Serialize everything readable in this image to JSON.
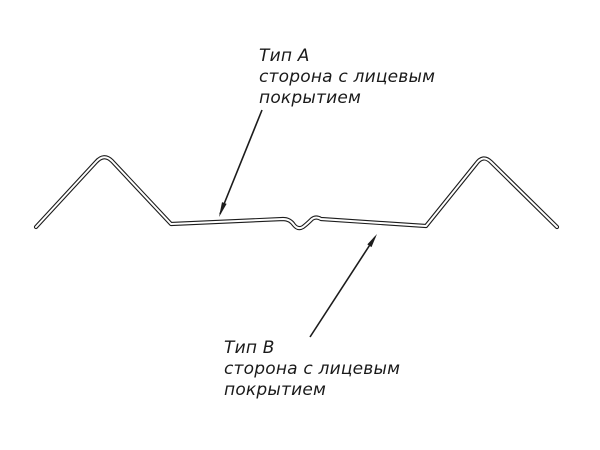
{
  "diagram": {
    "title": "profile-cross-section",
    "colors": {
      "line": "#1c1c1c",
      "background": "#ffffff"
    },
    "labels": {
      "top": {
        "title": "Тип А",
        "desc_line1": "сторона с лицевым",
        "desc_line2": "покрытием"
      },
      "bottom": {
        "title": "Тип В",
        "desc_line1": "сторона с лицевым",
        "desc_line2": "покрытием"
      }
    }
  }
}
